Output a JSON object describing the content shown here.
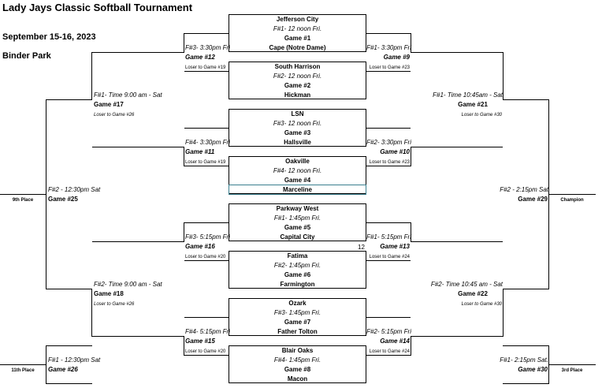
{
  "header": {
    "title": "Lady Jays Classic Softball Tournament",
    "dates": "September 15-16, 2023",
    "venue": "Binder Park"
  },
  "first_round": [
    {
      "team1": "Jefferson City",
      "time": "F#1- 12 noon Fri.",
      "game": "Game #1",
      "team2": "Cape (Notre Dame)"
    },
    {
      "team1": "South Harrison",
      "time": "F#2- 12 noon Fri.",
      "game": "Game #2",
      "team2": "Hickman"
    },
    {
      "team1": "LSN",
      "time": "F#3- 12 noon Fri.",
      "game": "Game #3",
      "team2": "Hallsville"
    },
    {
      "team1": "Oakville",
      "time": "F#4- 12 noon Fri.",
      "game": "Game #4",
      "team2": "Marceline"
    },
    {
      "team1": "Parkway West",
      "time": "F#1- 1:45pm Fri.",
      "game": "Game #5",
      "team2": "Capital City"
    },
    {
      "team1": "Fatima",
      "time": "F#2- 1:45pm Fri.",
      "game": "Game #6",
      "team2": "Farmington"
    },
    {
      "team1": "Ozark",
      "time": "F#3- 1:45pm Fri.",
      "game": "Game #7",
      "team2": "Father Tolton"
    },
    {
      "team1": "Blair Oaks",
      "time": "F#4- 1:45pm Fri.",
      "game": "Game #8",
      "team2": "Macon"
    }
  ],
  "left_round2": [
    {
      "time": "F#3- 3:30pm Fri",
      "game": "Game #12",
      "loser": "Loser to Game #19"
    },
    {
      "time": "F#4- 3:30pm Fri",
      "game": "Game #11",
      "loser": "Loser to Game #19"
    },
    {
      "time": "F#3- 5:15pm Fri",
      "game": "Game #16",
      "loser": "Loser to Game #20"
    },
    {
      "time": "F#4- 5:15pm Fri",
      "game": "Game #15",
      "loser": "Loser to Game #20"
    }
  ],
  "right_round2": [
    {
      "time": "F#1- 3:30pm Fri",
      "game": "Game #9",
      "loser": "Loser to Game #23"
    },
    {
      "time": "F#2- 3:30pm Fri",
      "game": "Game #10",
      "loser": "Loser to Game #23"
    },
    {
      "time": "F#1- 5:15pm Fri",
      "game": "Game #13",
      "loser": "Loser to Game #24"
    },
    {
      "time": "F#2- 5:15pm Fri",
      "game": "Game #14",
      "loser": "Loser to Game #24"
    }
  ],
  "left_round3": [
    {
      "time": "F#1- Time 9:00 am - Sat",
      "game": "Game #17",
      "loser": "Loser to Game #26"
    },
    {
      "time": "F#2- Time 9:00 am - Sat",
      "game": "Game #18",
      "loser": "Loser to Game #26"
    }
  ],
  "right_round3": [
    {
      "time": "F#1- Time 10:45am - Sat",
      "game": "Game #21",
      "loser": "Loser to Game #30"
    },
    {
      "time": "F#2- Time 10:45 am - Sat",
      "game": "Game #22",
      "loser": "Loser to Game #30"
    }
  ],
  "left_final": {
    "time": "F#2 - 12:30pm Sat",
    "game": "Game #25",
    "place": "9th Place"
  },
  "right_final": {
    "time": "F#2 - 2:15pm Sat",
    "game": "Game #29",
    "place": "Champion"
  },
  "left_consolation": {
    "time": "F#1 - 12:30pm Sat",
    "game": "Game #26",
    "place": "11th Place"
  },
  "right_consolation": {
    "time": "F#1- 2:15pm Sat.",
    "game": "Game #30",
    "place": "3rd Place"
  },
  "stray_number": "12"
}
